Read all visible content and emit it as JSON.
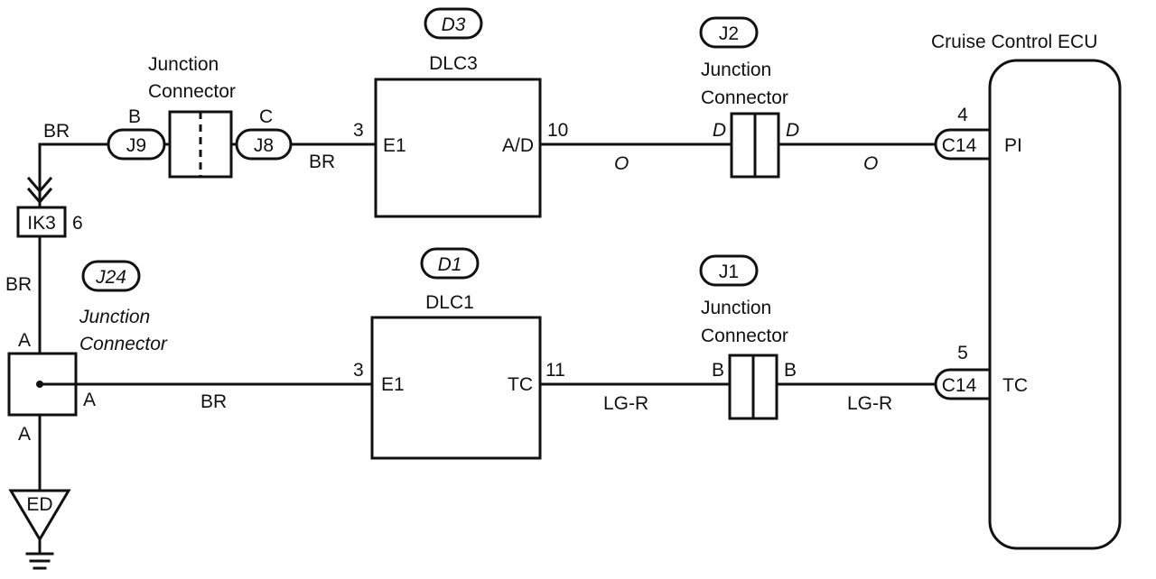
{
  "ecu": {
    "title": "Cruise Control ECU"
  },
  "components": {
    "dlc3": {
      "id": "D3",
      "name": "DLC3",
      "left_pin": {
        "number": "3",
        "label": "E1"
      },
      "right_pin": {
        "number": "10",
        "label": "A/D"
      }
    },
    "dlc1": {
      "id": "D1",
      "name": "DLC1",
      "left_pin": {
        "number": "3",
        "label": "E1"
      },
      "right_pin": {
        "number": "11",
        "label": "TC"
      }
    },
    "j2": {
      "id": "J2",
      "line1": "Junction",
      "line2": "Connector",
      "left_pin": "D",
      "right_pin": "D"
    },
    "j1": {
      "id": "J1",
      "line1": "Junction",
      "line2": "Connector",
      "left_pin": "B",
      "right_pin": "B"
    },
    "j24": {
      "id": "J24",
      "line1": "Junction",
      "line2": "Connector",
      "top_pin": "A",
      "right_pin": "A",
      "bottom_pin": "A"
    },
    "j9_j8": {
      "line1": "Junction",
      "line2": "Connector",
      "left_id": "J9",
      "left_pin": "B",
      "right_id": "J8",
      "right_pin": "C"
    },
    "ik3": {
      "id": "IK3",
      "pin": "6"
    },
    "ground": {
      "id": "ED"
    }
  },
  "connectors": {
    "c14_top": {
      "id": "C14",
      "pin_number": "4",
      "pin_label": "PI"
    },
    "c14_bottom": {
      "id": "C14",
      "pin_number": "5",
      "pin_label": "TC"
    }
  },
  "wires": {
    "br_top_left": "BR",
    "br_top_mid": "BR",
    "br_vertical": "BR",
    "br_bottom": "BR",
    "o_left": "O",
    "o_right": "O",
    "lgr_left": "LG-R",
    "lgr_right": "LG-R"
  }
}
